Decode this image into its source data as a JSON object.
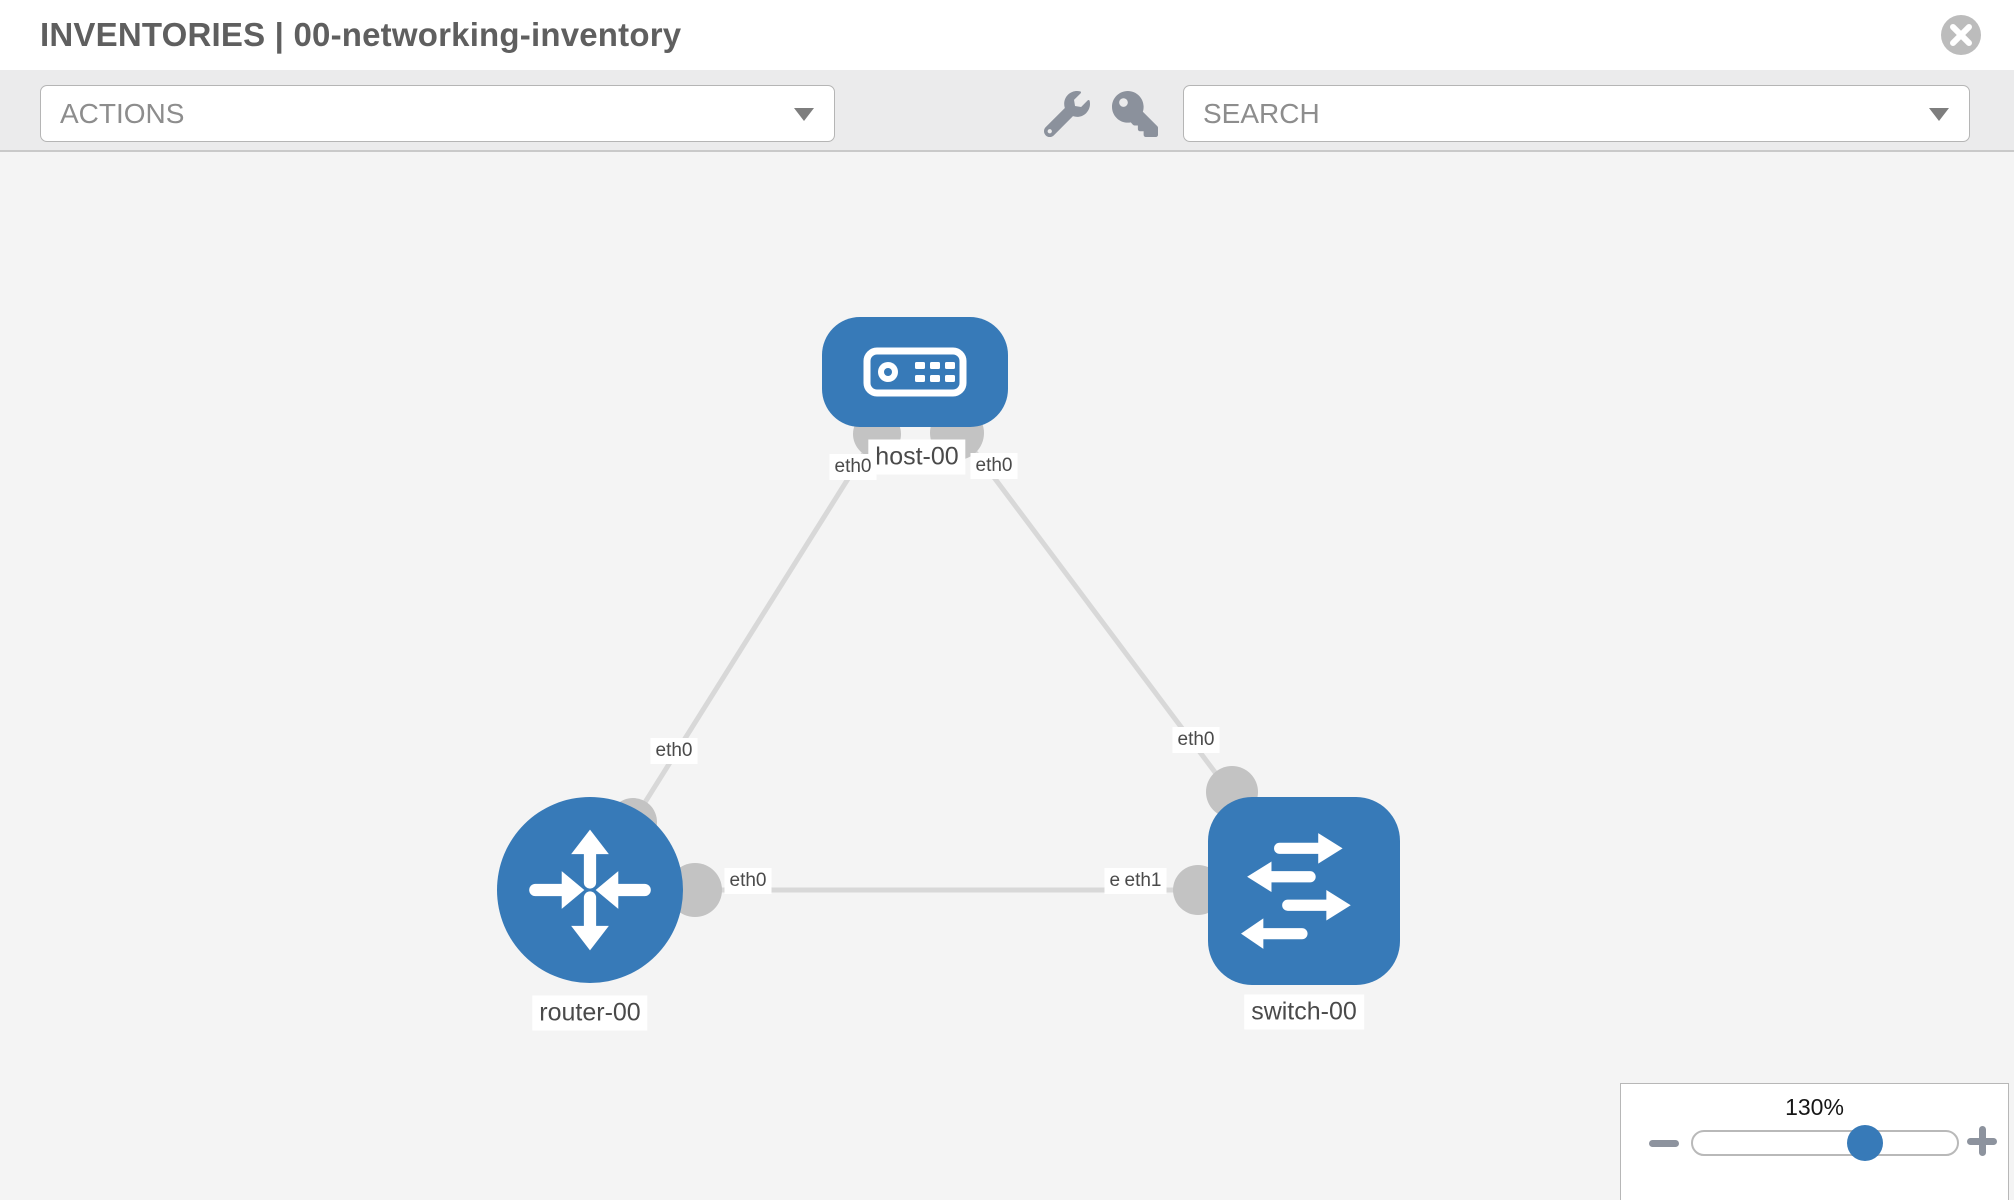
{
  "header": {
    "title": "INVENTORIES | 00-networking-inventory"
  },
  "toolbar": {
    "actions_label": "ACTIONS",
    "search_label": "SEARCH",
    "icons": {
      "wrench": "wrench-icon",
      "key": "key-icon"
    }
  },
  "colors": {
    "node_blue": "#377ab8",
    "link_gray": "#d8d8d8",
    "port_circle_gray": "#c3c3c3",
    "toolbar_gray": "#ebebec",
    "canvas_gray": "#f4f4f4"
  },
  "canvas": {
    "nodes": {
      "host": {
        "label": "host-00",
        "type": "host"
      },
      "router": {
        "label": "router-00",
        "type": "router"
      },
      "switch": {
        "label": "switch-00",
        "type": "switch"
      }
    },
    "ports": {
      "host_left": "eth0",
      "host_right": "eth0",
      "router_top": "eth0",
      "router_right": "eth0",
      "switch_left_under": "eth0",
      "switch_left": "eth1",
      "switch_top": "eth0"
    },
    "links": [
      {
        "from": "host-00",
        "to": "router-00",
        "from_port": "eth0",
        "to_port": "eth0"
      },
      {
        "from": "host-00",
        "to": "switch-00",
        "from_port": "eth0",
        "to_port": "eth0"
      },
      {
        "from": "router-00",
        "to": "switch-00",
        "from_port": "eth0",
        "to_port": "eth1"
      }
    ]
  },
  "zoom": {
    "value": "130%"
  }
}
